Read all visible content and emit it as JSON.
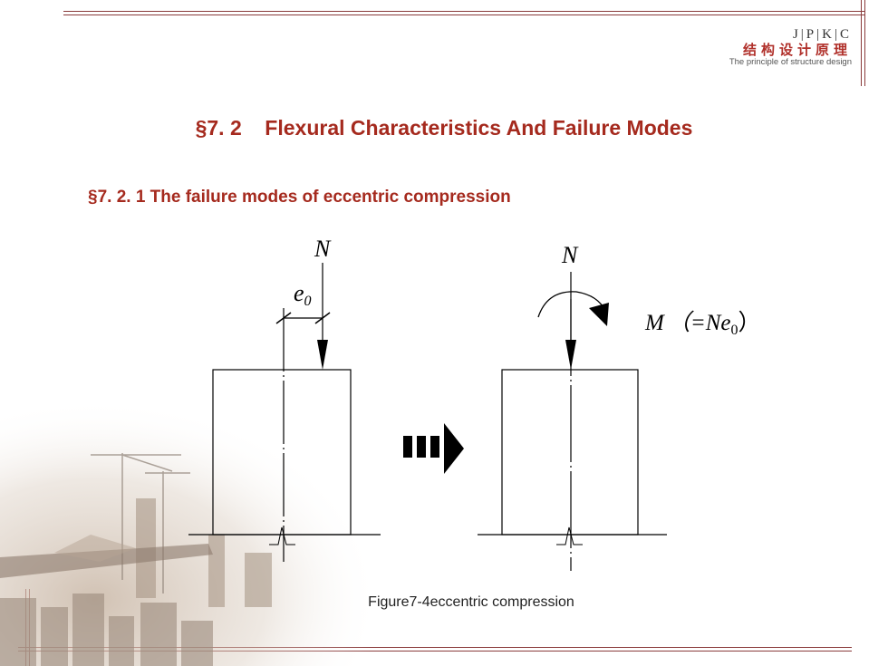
{
  "header": {
    "logo_letters": "J|P|K|C",
    "logo_chinese": "结构设计原理",
    "logo_english": "The principle of structure design"
  },
  "title": "§7. 2    Flexural Characteristics And Failure Modes",
  "subtitle": "§7. 2. 1 The failure modes of eccentric compression",
  "diagram": {
    "left_force_label": "N",
    "eccentricity_label": "e",
    "eccentricity_subscript": "0",
    "right_force_label": "N",
    "moment_label": "M",
    "moment_eq_open": "（=Ne",
    "moment_eq_sub": "0",
    "moment_eq_close": "）"
  },
  "caption": "Figure7-4eccentric compression",
  "colors": {
    "accent": "#a52a1e",
    "frame": "#8a3b3b",
    "line": "#000000"
  }
}
